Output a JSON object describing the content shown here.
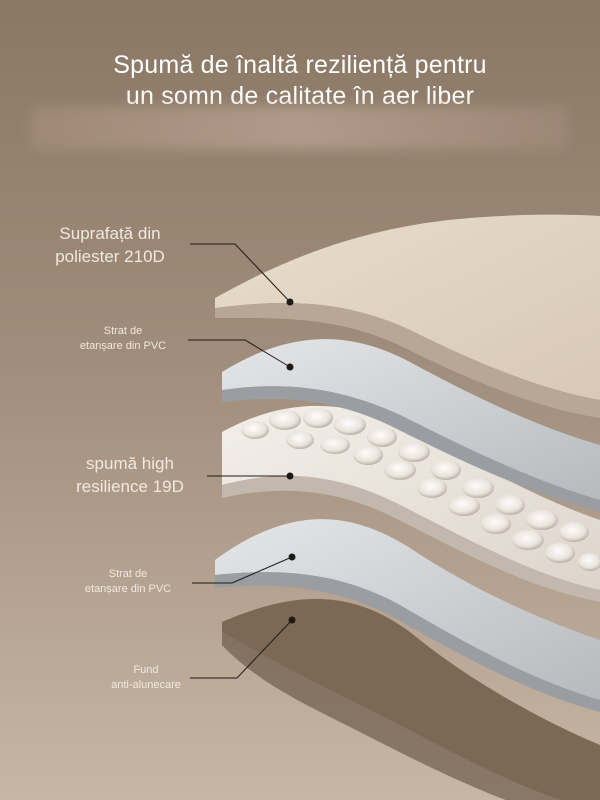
{
  "headline": {
    "line1": "Spumă de înaltă reziliență pentru",
    "line2": "un somn de calitate în aer liber"
  },
  "layers": [
    {
      "line1": "Suprafață din",
      "line2": "poliester 210D"
    },
    {
      "line1": "Strat de",
      "line2": "etanșare din PVC"
    },
    {
      "line1": "spumă high",
      "line2": "resilience 19D"
    },
    {
      "line1": "Strat de",
      "line2": "etanșare din PVC"
    },
    {
      "line1": "Fund",
      "line2": "anti-alunecare"
    }
  ],
  "colors": {
    "background_top": "#8d7a67",
    "background_bottom": "#c9b7a6",
    "polyester": "#e3d6c5",
    "pvc": "#c9cccf",
    "foam": "#ece7e1",
    "bottom_layer": "#7e6a56",
    "text": "#ffffff"
  }
}
